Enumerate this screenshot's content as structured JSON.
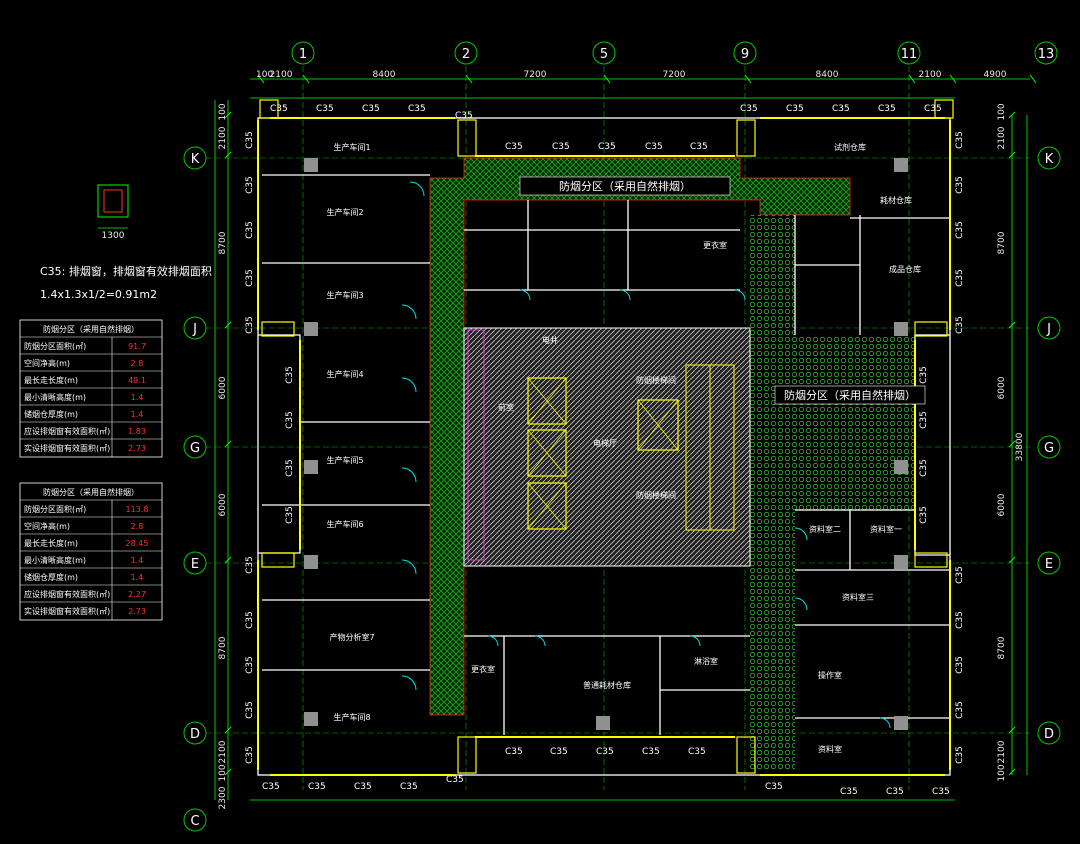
{
  "grid": {
    "top_axes": [
      "1",
      "2",
      "5",
      "9",
      "11",
      "13"
    ],
    "left_axes": [
      "K",
      "J",
      "G",
      "E",
      "D",
      "C"
    ],
    "right_axes": [
      "K",
      "J",
      "G",
      "E",
      "D"
    ]
  },
  "dimensions": {
    "top": [
      "2100",
      "8400",
      "7200",
      "7200",
      "8400",
      "2100",
      "4900"
    ],
    "top_left_small": "100",
    "left": [
      "2100",
      "8700",
      "6000",
      "6000",
      "8700",
      "2100",
      "2300"
    ],
    "left_small": [
      "100",
      "100"
    ],
    "right": [
      "2100",
      "8700",
      "6000",
      "6000",
      "8700",
      "2100"
    ],
    "right_small": [
      "100",
      "100"
    ],
    "right_total": "33800"
  },
  "window_label": "C35",
  "window_note": {
    "line1": "C35: 排烟窗，排烟窗有效排烟面积",
    "line2": "1.4x1.3x1/2=0.91m2",
    "detail_dim": "1300"
  },
  "rooms": {
    "w1": "生产车间1",
    "w2": "生产车间2",
    "w3": "生产车间3",
    "w4": "生产车间4",
    "w5": "生产车间5",
    "w6": "生产车间6",
    "w7": "产物分析室7",
    "w8": "生产车间8",
    "test_store": "试剂仓库",
    "consumable": "耗材仓库",
    "finished_store": "成品仓库",
    "material_store": "普通耗材仓库",
    "shower": "淋浴室",
    "change": "更衣室",
    "change2": "更衣室",
    "storage1": "资料室一",
    "storage2": "资料室二",
    "storage3": "资料室三",
    "office": "操作室",
    "archive": "资料室",
    "hall": "电梯厅",
    "stair": "防烟楼梯间",
    "front": "前室",
    "well": "电井"
  },
  "zones": {
    "smoke_top": "防烟分区（采用自然排烟）",
    "smoke_right": "防烟分区（采用自然排烟）"
  },
  "table1": {
    "title": "防烟分区（采用自然排烟）",
    "rows": [
      {
        "label": "防烟分区面积(㎡)",
        "value": "91.7"
      },
      {
        "label": "空间净高(m)",
        "value": "2.8"
      },
      {
        "label": "最长走长度(m)",
        "value": "49.1"
      },
      {
        "label": "最小清晰高度(m)",
        "value": "1.4"
      },
      {
        "label": "储烟仓厚度(m)",
        "value": "1.4"
      },
      {
        "label": "应设排烟窗有效面积(㎡)",
        "value": "1.83"
      },
      {
        "label": "实设排烟窗有效面积(㎡)",
        "value": "2.73"
      }
    ]
  },
  "table2": {
    "title": "防烟分区（采用自然排烟）",
    "rows": [
      {
        "label": "防烟分区面积(㎡)",
        "value": "113.8"
      },
      {
        "label": "空间净高(m)",
        "value": "2.8"
      },
      {
        "label": "最长走长度(m)",
        "value": "28.45"
      },
      {
        "label": "最小清晰高度(m)",
        "value": "1.4"
      },
      {
        "label": "储烟仓厚度(m)",
        "value": "1.4"
      },
      {
        "label": "应设排烟窗有效面积(㎡)",
        "value": "2.27"
      },
      {
        "label": "实设排烟窗有效面积(㎡)",
        "value": "2.73"
      }
    ]
  },
  "colors": {
    "grid_line": "#00c800",
    "dim_line": "#00ff00",
    "wall": "#ffffff",
    "window": "#ffff00",
    "hatch": "#00a000",
    "door": "#00e0e0",
    "core_hatch": "#d0d0d0",
    "red": "#ff2020",
    "magenta": "#ff40ff"
  }
}
